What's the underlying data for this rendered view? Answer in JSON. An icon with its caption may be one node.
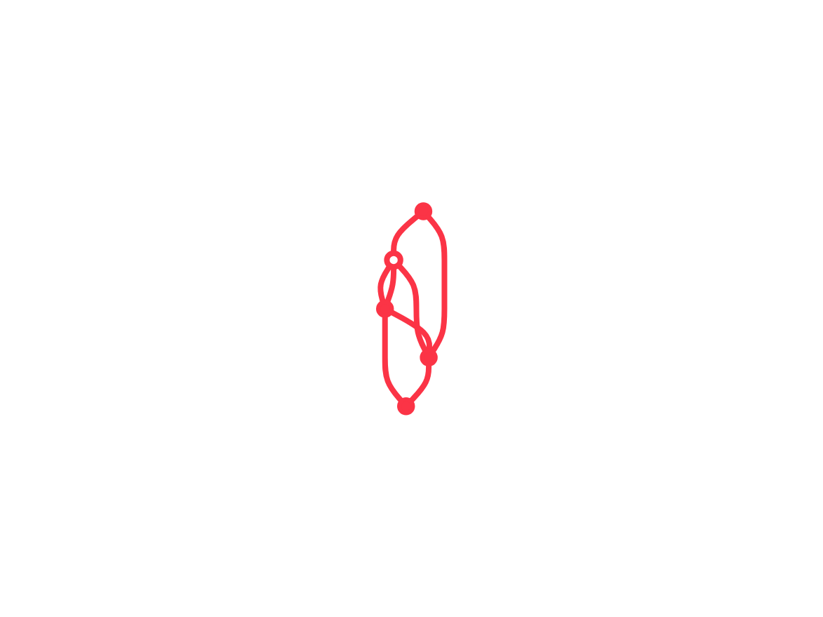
{
  "diagram": {
    "nodes": [
      {
        "text": [],
        "shape": "circle"
      },
      {
        "text": [],
        "shape": "circle"
      },
      {
        "text": [],
        "shape": "circle"
      },
      {
        "text": [],
        "shape": "circle"
      },
      {
        "text": [],
        "shape": "circle"
      }
    ],
    "edges": [
      {
        "from": 0,
        "to": 1,
        "arrow": "none"
      },
      {
        "from": 1,
        "to": 2,
        "arrow": "none"
      },
      {
        "from": 1,
        "to": 2,
        "arrow": "none"
      },
      {
        "from": 1,
        "to": 4,
        "arrow": "none"
      },
      {
        "from": 2,
        "to": 4,
        "arrow": "none"
      },
      {
        "from": 2,
        "to": 3,
        "arrow": "none"
      },
      {
        "from": 0,
        "to": 4,
        "arrow": "none"
      },
      {
        "from": 4,
        "to": 3,
        "arrow": "none"
      }
    ]
  }
}
